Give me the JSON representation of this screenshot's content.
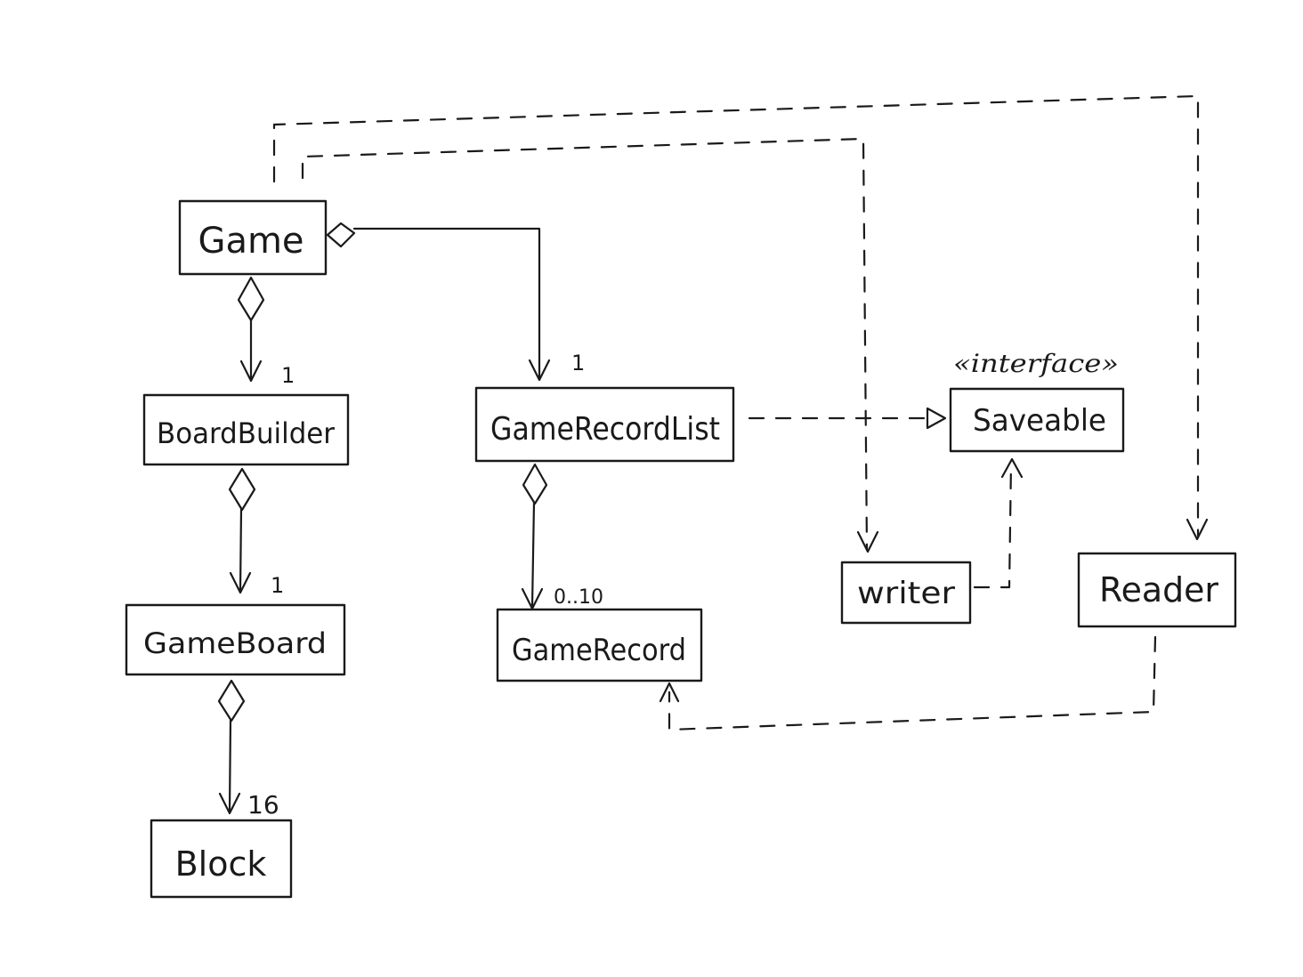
{
  "classes": {
    "game": "Game",
    "board_builder": "BoardBuilder",
    "game_board": "GameBoard",
    "block": "Block",
    "game_record_list": "GameRecordList",
    "game_record": "GameRecord",
    "saveable": "Saveable",
    "writer": "writer",
    "reader": "Reader"
  },
  "stereotypes": {
    "saveable": "«interface»"
  },
  "multiplicities": {
    "game_to_board_builder": "1",
    "board_builder_to_game_board": "1",
    "game_board_to_block": "16",
    "game_to_game_record_list": "1",
    "game_record_list_to_game_record": "0..10"
  },
  "relationships": [
    {
      "from": "Game",
      "to": "BoardBuilder",
      "kind": "aggregation",
      "multiplicity": "1"
    },
    {
      "from": "BoardBuilder",
      "to": "GameBoard",
      "kind": "aggregation",
      "multiplicity": "1"
    },
    {
      "from": "GameBoard",
      "to": "Block",
      "kind": "aggregation",
      "multiplicity": "16"
    },
    {
      "from": "Game",
      "to": "GameRecordList",
      "kind": "aggregation",
      "multiplicity": "1"
    },
    {
      "from": "GameRecordList",
      "to": "GameRecord",
      "kind": "aggregation",
      "multiplicity": "0..10"
    },
    {
      "from": "GameRecordList",
      "to": "Saveable",
      "kind": "realization"
    },
    {
      "from": "writer",
      "to": "Saveable",
      "kind": "dependency"
    },
    {
      "from": "Game",
      "to": "writer",
      "kind": "dependency"
    },
    {
      "from": "Game",
      "to": "Reader",
      "kind": "dependency"
    },
    {
      "from": "Reader",
      "to": "GameRecord",
      "kind": "dependency"
    }
  ],
  "colors": {
    "ink": "#1a1a1a",
    "paper": "#ffffff"
  }
}
